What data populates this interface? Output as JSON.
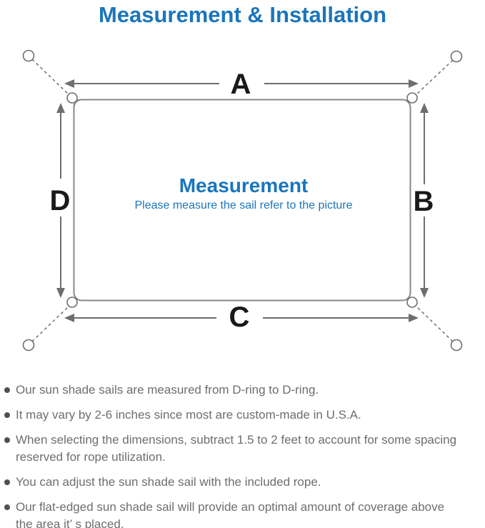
{
  "page": {
    "title": "Measurement & Installation"
  },
  "diagram": {
    "labels": {
      "a": "A",
      "b": "B",
      "c": "C",
      "d": "D"
    },
    "center_title": "Measurement",
    "center_subtitle": "Please measure the sail refer to the picture"
  },
  "notes": [
    {
      "lines": [
        "Our sun shade sails are measured from D-ring to D-ring."
      ]
    },
    {
      "lines": [
        "It may vary by 2-6 inches since most are custom-made in U.S.A."
      ]
    },
    {
      "lines": [
        "When selecting the dimensions, subtract 1.5 to 2 feet to account for some spacing",
        "reserved for rope utilization."
      ]
    },
    {
      "lines": [
        "You can adjust the sun shade sail with the included rope."
      ]
    },
    {
      "lines": [
        "Our flat-edged sun shade sail will provide an optimal amount of coverage above",
        "the area it’ s placed."
      ]
    }
  ],
  "colors": {
    "accent_blue": "#1b75bb",
    "text_gray": "#6d6e70",
    "line_gray": "#87888a",
    "arrow_gray": "#6d6e70",
    "label_black": "#1a1a1a",
    "dot_gray": "#4f5052"
  }
}
